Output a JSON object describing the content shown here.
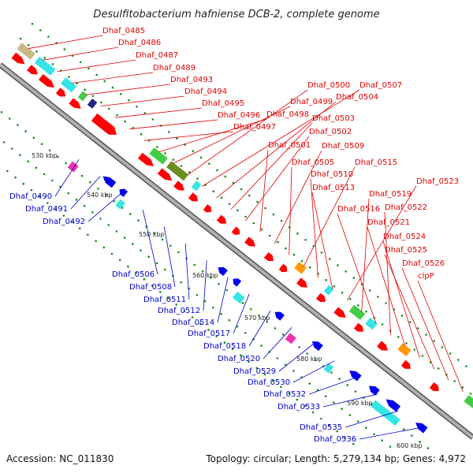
{
  "title": "Desulfitobacterium hafniense DCB-2, complete genome",
  "footer": {
    "accession": "Accession: NC_011830",
    "topology": "Topology: circular; Length: 5,279,134 bp; Genes: 4,972"
  },
  "colors": {
    "forward": "#ff0000",
    "reverse": "#0000ee",
    "backbone": "#888888",
    "ticks": "#1a8a1a",
    "cyan": "#33e5e5",
    "olive": "#6b8e23",
    "green": "#44cc44",
    "magenta": "#ee33aa"
  },
  "tick_labels": [
    "530 kbp",
    "540 kbp",
    "550 kbp",
    "560 kbp",
    "570 kbp",
    "580 kbp",
    "590 kbp",
    "600 kbp"
  ],
  "forward_labels": [
    "Dhaf_0485",
    "Dhaf_0486",
    "Dhaf_0487",
    "Dhaf_0489",
    "Dhaf_0493",
    "Dhaf_0494",
    "Dhaf_0495",
    "Dhaf_0496",
    "Dhaf_0497",
    "Dhaf_0498",
    "Dhaf_0499",
    "Dhaf_0500",
    "Dhaf_0507",
    "Dhaf_0504",
    "Dhaf_0503",
    "Dhaf_0502",
    "Dhaf_0501",
    "Dhaf_0509",
    "Dhaf_0505",
    "Dhaf_0515",
    "Dhaf_0510",
    "Dhaf_0513",
    "Dhaf_0523",
    "Dhaf_0519",
    "Dhaf_0516",
    "Dhaf_0522",
    "Dhaf_0521",
    "Dhaf_0524",
    "Dhaf_0525",
    "Dhaf_0526",
    "clpP"
  ],
  "reverse_labels": [
    "Dhaf_0490",
    "Dhaf_0491",
    "Dhaf_0492",
    "Dhaf_0506",
    "Dhaf_0508",
    "Dhaf_0511",
    "Dhaf_0512",
    "Dhaf_0514",
    "Dhaf_0517",
    "Dhaf_0518",
    "Dhaf_0520",
    "Dhaf_0529",
    "Dhaf_0530",
    "Dhaf_0532",
    "Dhaf_0533",
    "Dhaf_0535",
    "Dhaf_0536"
  ]
}
